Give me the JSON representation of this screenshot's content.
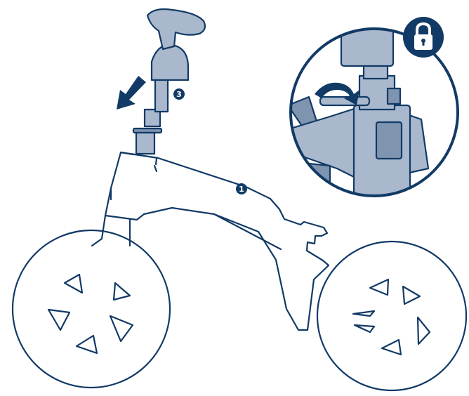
{
  "colors": {
    "line": "#123a66",
    "part_fill": "#a9b8cc",
    "part_fill_dark": "#7f94ae",
    "badge_fill": "#123a66",
    "badge_text": "#ffffff",
    "background": "#ffffff"
  },
  "markers": [
    {
      "id": "frame-marker",
      "label": "1"
    },
    {
      "id": "seatpost-marker",
      "label": "3"
    }
  ],
  "icons": {
    "lock": "lock-icon",
    "insert_arrow": "down-arrow-icon",
    "tighten_arrow": "rotate-arrow-icon"
  }
}
